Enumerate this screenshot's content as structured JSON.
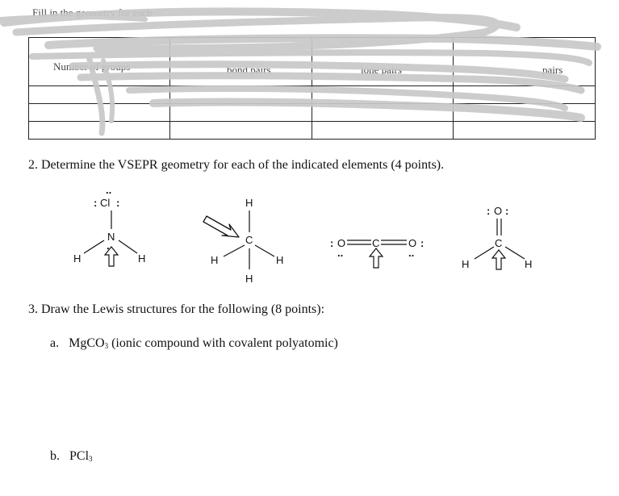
{
  "table": {
    "headers": [
      "Number of groups",
      "bond pairs",
      "lone pairs",
      "pairs"
    ]
  },
  "question2": {
    "text": "2. Determine the VSEPR geometry for each of the indicated elements (4 points)."
  },
  "molecules": [
    {
      "central": "N",
      "top": "Cl",
      "left": "H",
      "right": "H"
    },
    {
      "central": "C",
      "top": "H",
      "left": "H",
      "right": "H",
      "bottom": "H"
    },
    {
      "left": "O",
      "central": "C",
      "right": "O"
    },
    {
      "top": "O",
      "central": "C",
      "left": "H",
      "right": "H"
    }
  ],
  "question3": {
    "text": "3. Draw the Lewis structures for the following (8 points):",
    "items": [
      {
        "marker": "a.",
        "formula_main": "MgCO",
        "formula_sub": "3",
        "note": " (ionic compound with covalent polyatomic)"
      },
      {
        "marker": "b.",
        "formula_main": "PCl",
        "formula_sub": "3"
      }
    ]
  }
}
